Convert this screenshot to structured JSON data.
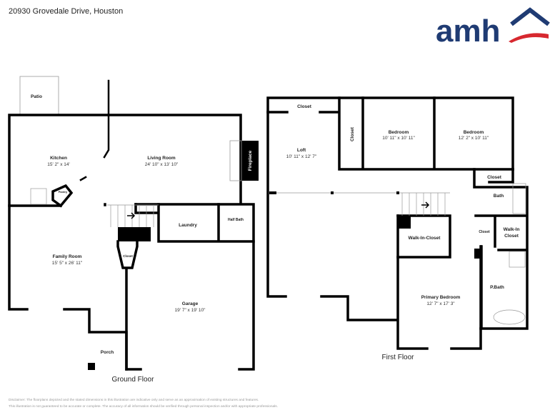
{
  "header": {
    "address": "20930 Grovedale Drive, Houston",
    "logo_text": "amh"
  },
  "colors": {
    "brand_blue": "#1f3b73",
    "brand_red": "#d7282f",
    "wall": "#000000"
  },
  "ground_floor": {
    "title": "Ground Floor",
    "rooms": {
      "patio": {
        "name": "Patio"
      },
      "kitchen": {
        "name": "Kitchen",
        "dims": "15' 2\" x 14'"
      },
      "living": {
        "name": "Living Room",
        "dims": "24' 10\" x 13' 10\""
      },
      "fireplace": {
        "name": "Fireplace"
      },
      "pantry": {
        "name": "Pantry"
      },
      "laundry": {
        "name": "Laundry"
      },
      "half_bath": {
        "name": "Half Bath"
      },
      "family": {
        "name": "Family Room",
        "dims": "15' 5\" x 26' 11\""
      },
      "closet": {
        "name": "Closet"
      },
      "garage": {
        "name": "Garage",
        "dims": "19' 7\" x 19' 10\""
      },
      "porch": {
        "name": "Porch"
      }
    }
  },
  "first_floor": {
    "title": "First Floor",
    "rooms": {
      "loft_closet": {
        "name": "Closet"
      },
      "loft": {
        "name": "Loft",
        "dims": "10' 11\" x 12' 7\""
      },
      "closet_vertical": {
        "name": "Closet"
      },
      "bedroom1": {
        "name": "Bedroom",
        "dims": "10' 11\" x 10' 11\""
      },
      "bedroom2": {
        "name": "Bedroom",
        "dims": "12' 2\" x 10' 11\""
      },
      "hall_closet": {
        "name": "Closet"
      },
      "bath": {
        "name": "Bath"
      },
      "walk_in_closet": {
        "name": "Walk-In-Closet"
      },
      "small_closet": {
        "name": "Closet"
      },
      "walk_in_closet2_a": {
        "name": "Walk-In"
      },
      "walk_in_closet2_b": {
        "name": "Closet"
      },
      "p_bath": {
        "name": "P.Bath"
      },
      "primary": {
        "name": "Primary Bedroom",
        "dims": "12' 7\" x 17' 3\""
      }
    }
  },
  "disclaimer": {
    "line1": "Disclaimer: The floorplans depicted and the stated dimensions in this illustration are indicative only and serve as an approximation of existing structures and features.",
    "line2": "This illustration is not guaranteed to be accurate or complete. The accuracy of all information should be verified through personal inspection and/or with appropriate professionals."
  }
}
